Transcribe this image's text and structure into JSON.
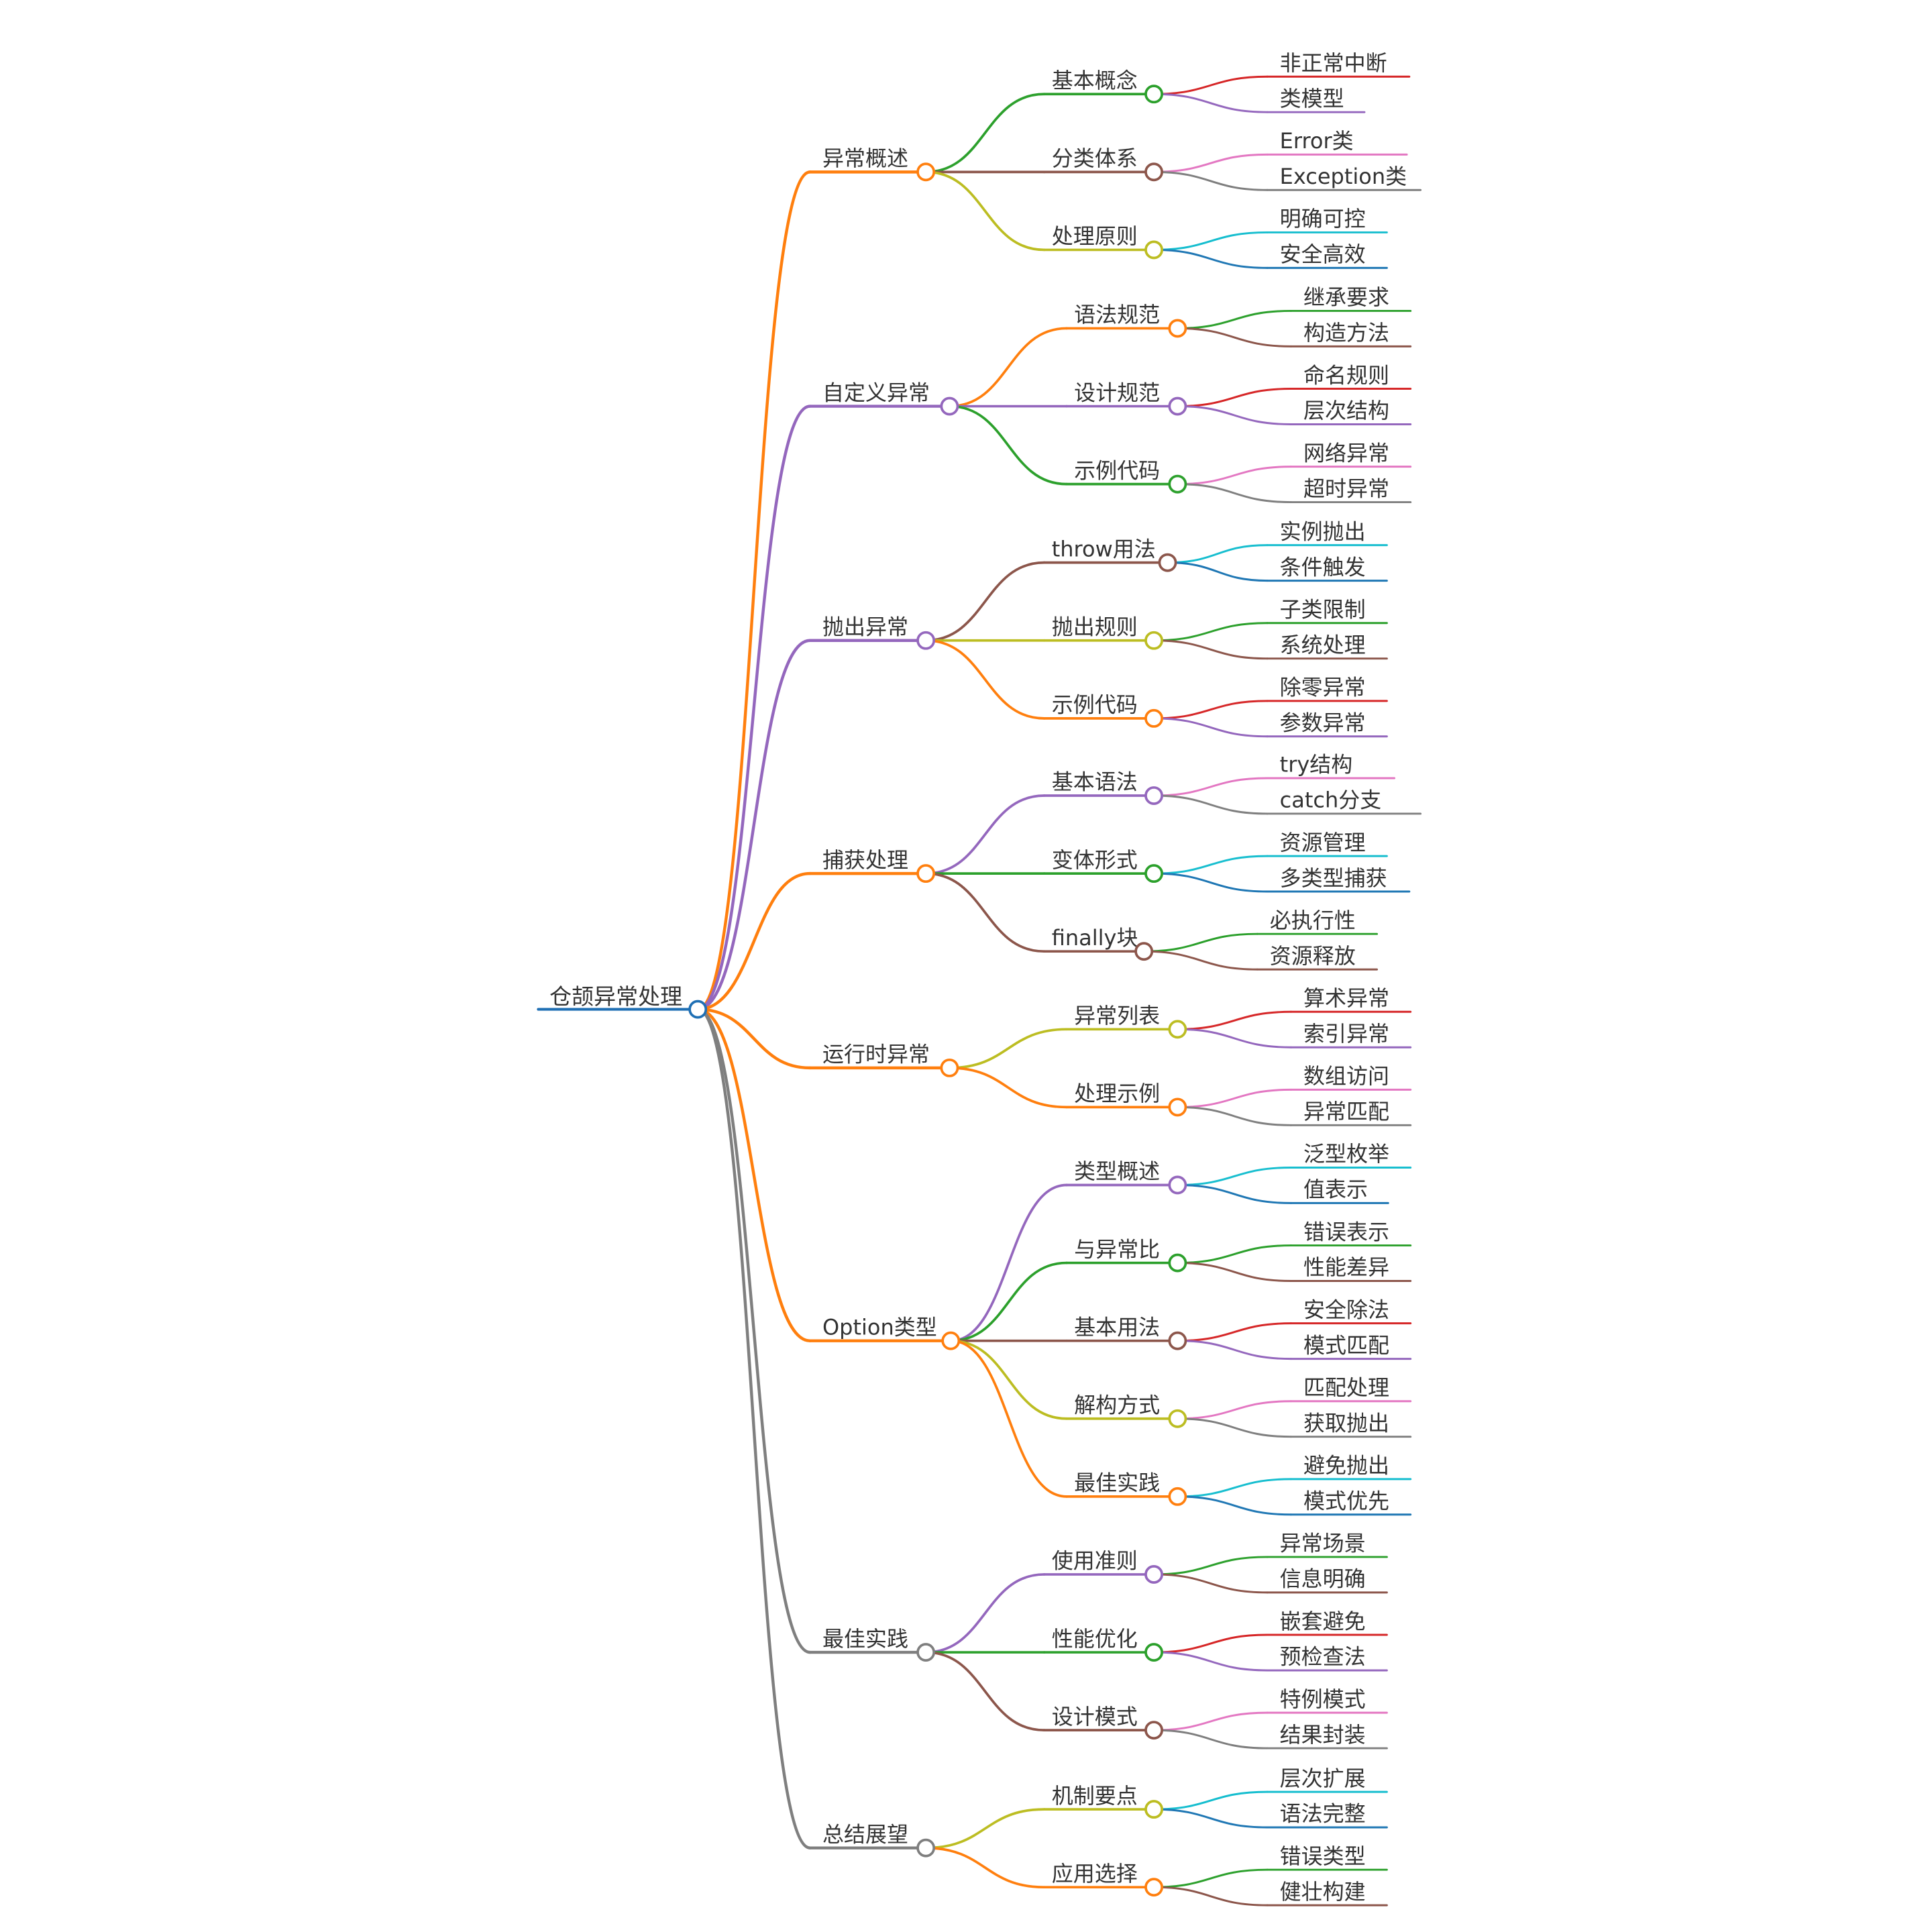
{
  "root": {
    "label": "仓颉异常处理",
    "children": [
      {
        "label": "异常概述",
        "children": [
          {
            "label": "基本概念",
            "children": [
              {
                "label": "非正常中断"
              },
              {
                "label": "类模型"
              }
            ]
          },
          {
            "label": "分类体系",
            "children": [
              {
                "label": "Error类"
              },
              {
                "label": "Exception类"
              }
            ]
          },
          {
            "label": "处理原则",
            "children": [
              {
                "label": "明确可控"
              },
              {
                "label": "安全高效"
              }
            ]
          }
        ]
      },
      {
        "label": "自定义异常",
        "children": [
          {
            "label": "语法规范",
            "children": [
              {
                "label": "继承要求"
              },
              {
                "label": "构造方法"
              }
            ]
          },
          {
            "label": "设计规范",
            "children": [
              {
                "label": "命名规则"
              },
              {
                "label": "层次结构"
              }
            ]
          },
          {
            "label": "示例代码",
            "children": [
              {
                "label": "网络异常"
              },
              {
                "label": "超时异常"
              }
            ]
          }
        ]
      },
      {
        "label": "抛出异常",
        "children": [
          {
            "label": "throw用法",
            "children": [
              {
                "label": "实例抛出"
              },
              {
                "label": "条件触发"
              }
            ]
          },
          {
            "label": "抛出规则",
            "children": [
              {
                "label": "子类限制"
              },
              {
                "label": "系统处理"
              }
            ]
          },
          {
            "label": "示例代码",
            "children": [
              {
                "label": "除零异常"
              },
              {
                "label": "参数异常"
              }
            ]
          }
        ]
      },
      {
        "label": "捕获处理",
        "children": [
          {
            "label": "基本语法",
            "children": [
              {
                "label": "try结构"
              },
              {
                "label": "catch分支"
              }
            ]
          },
          {
            "label": "变体形式",
            "children": [
              {
                "label": "资源管理"
              },
              {
                "label": "多类型捕获"
              }
            ]
          },
          {
            "label": "finally块",
            "children": [
              {
                "label": "必执行性"
              },
              {
                "label": "资源释放"
              }
            ]
          }
        ]
      },
      {
        "label": "运行时异常",
        "children": [
          {
            "label": "异常列表",
            "children": [
              {
                "label": "算术异常"
              },
              {
                "label": "索引异常"
              }
            ]
          },
          {
            "label": "处理示例",
            "children": [
              {
                "label": "数组访问"
              },
              {
                "label": "异常匹配"
              }
            ]
          }
        ]
      },
      {
        "label": "Option类型",
        "children": [
          {
            "label": "类型概述",
            "children": [
              {
                "label": "泛型枚举"
              },
              {
                "label": "值表示"
              }
            ]
          },
          {
            "label": "与异常比",
            "children": [
              {
                "label": "错误表示"
              },
              {
                "label": "性能差异"
              }
            ]
          },
          {
            "label": "基本用法",
            "children": [
              {
                "label": "安全除法"
              },
              {
                "label": "模式匹配"
              }
            ]
          },
          {
            "label": "解构方式",
            "children": [
              {
                "label": "匹配处理"
              },
              {
                "label": "获取抛出"
              }
            ]
          },
          {
            "label": "最佳实践",
            "children": [
              {
                "label": "避免抛出"
              },
              {
                "label": "模式优先"
              }
            ]
          }
        ]
      },
      {
        "label": "最佳实践",
        "children": [
          {
            "label": "使用准则",
            "children": [
              {
                "label": "异常场景"
              },
              {
                "label": "信息明确"
              }
            ]
          },
          {
            "label": "性能优化",
            "children": [
              {
                "label": "嵌套避免"
              },
              {
                "label": "预检查法"
              }
            ]
          },
          {
            "label": "设计模式",
            "children": [
              {
                "label": "特例模式"
              },
              {
                "label": "结果封装"
              }
            ]
          }
        ]
      },
      {
        "label": "总结展望",
        "children": [
          {
            "label": "机制要点",
            "children": [
              {
                "label": "层次扩展"
              },
              {
                "label": "语法完整"
              }
            ]
          },
          {
            "label": "应用选择",
            "children": [
              {
                "label": "错误类型"
              },
              {
                "label": "健壮构建"
              }
            ]
          }
        ]
      }
    ]
  },
  "colors": {
    "root": "#1f6fb4",
    "branches": [
      "#ff7f0e",
      "#9467bd",
      "#9467bd",
      "#ff7f0e",
      "#ff7f0e",
      "#ff7f0e",
      "#7f7f7f",
      "#7f7f7f"
    ],
    "topic_cycle": [
      "#2ca02c",
      "#8c564b",
      "#bcbd22",
      "#ff7f0e",
      "#9467bd"
    ],
    "leaf_cycle": [
      "#d62728",
      "#9467bd",
      "#e377c2",
      "#7f7f7f",
      "#17becf",
      "#1f77b4",
      "#2ca02c",
      "#8c564b"
    ]
  }
}
